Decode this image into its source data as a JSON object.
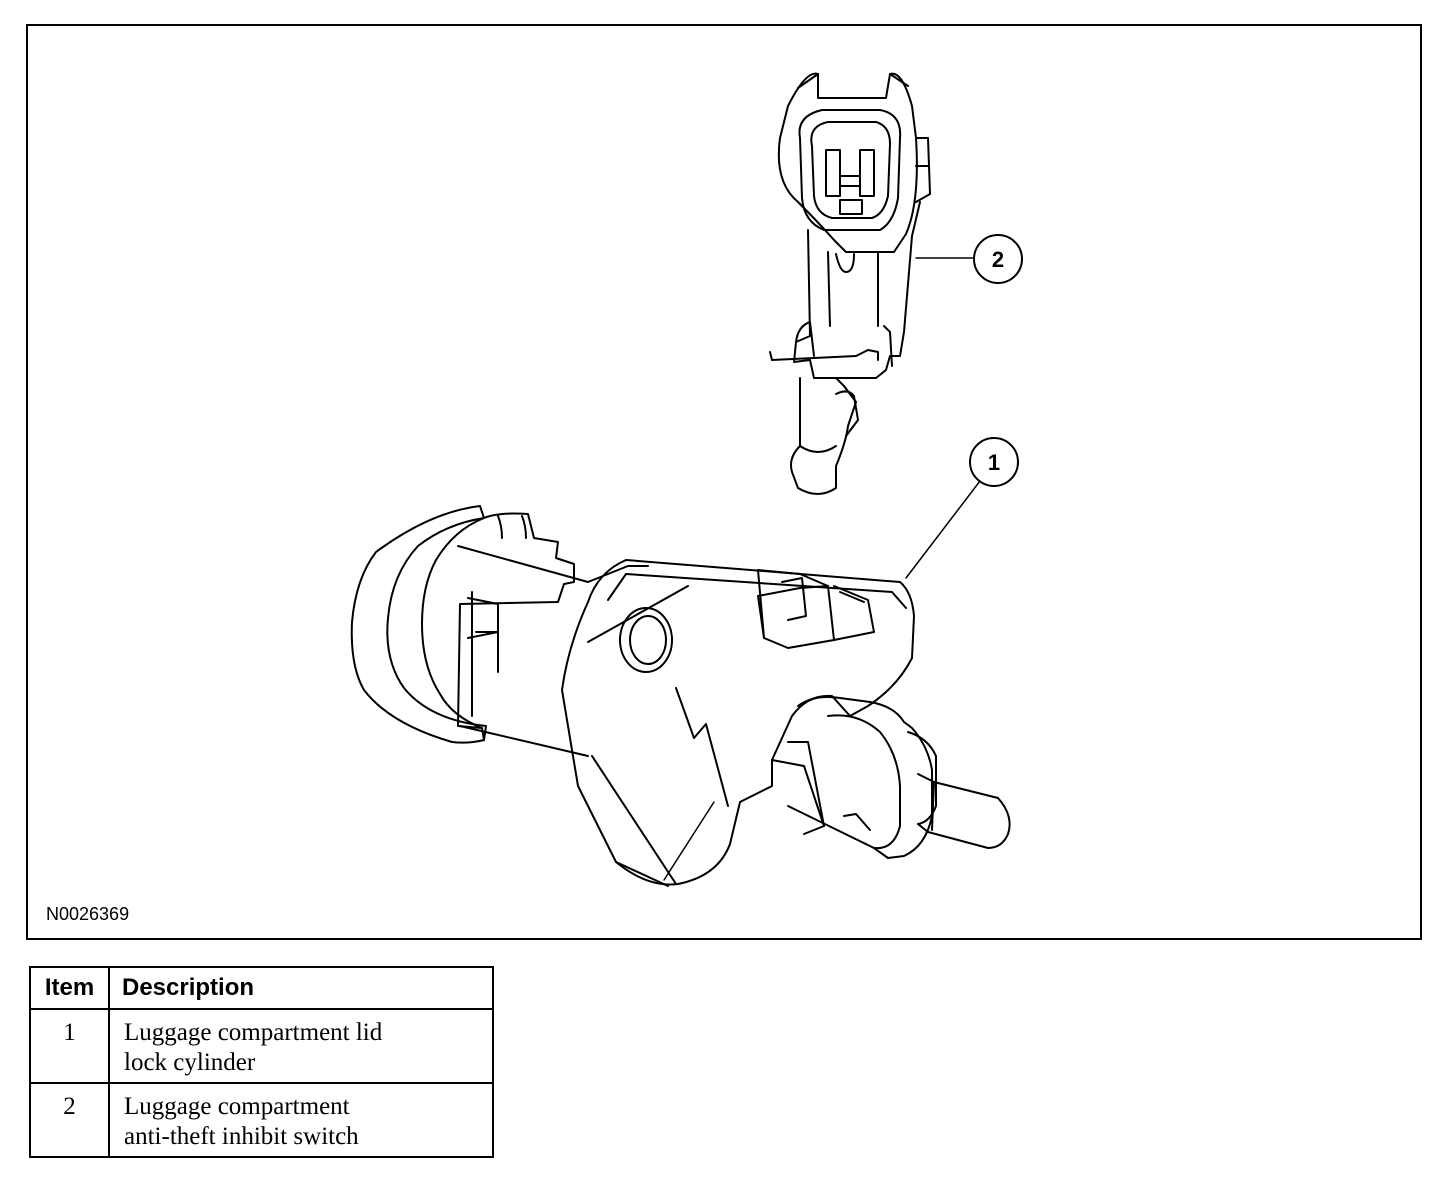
{
  "figure": {
    "id": "N0026369",
    "callouts": [
      "1",
      "2"
    ]
  },
  "legend": {
    "headers": {
      "item": "Item",
      "description": "Description"
    },
    "rows": [
      {
        "item": "1",
        "description": [
          "Luggage compartment lid",
          "lock cylinder"
        ]
      },
      {
        "item": "2",
        "description": [
          "Luggage compartment",
          "anti-theft inhibit switch"
        ]
      }
    ]
  },
  "colors": {
    "line": "#000000",
    "background": "#ffffff"
  }
}
